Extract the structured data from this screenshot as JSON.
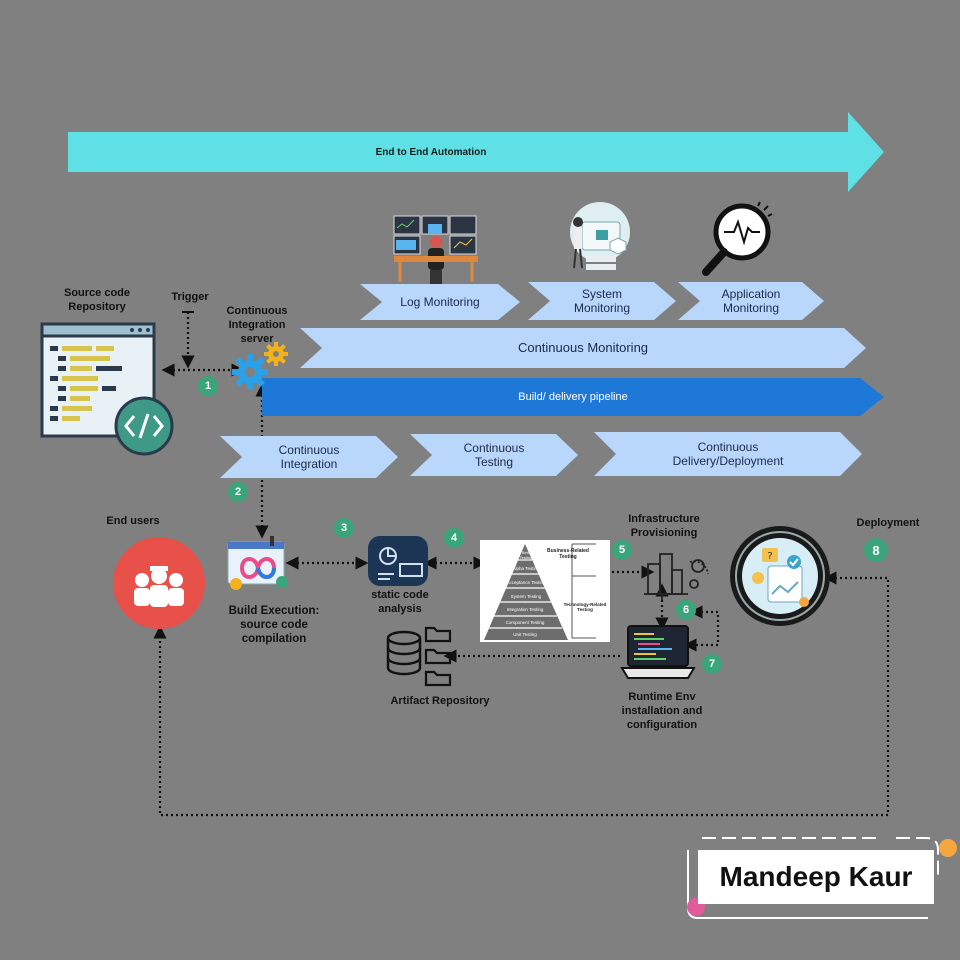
{
  "banner": {
    "label": "End to End Automation"
  },
  "monitoring": {
    "log": "Log Monitoring",
    "system": [
      "System",
      "Monitoring"
    ],
    "application": [
      "Application",
      "Monitoring"
    ]
  },
  "pipelines": {
    "continuous_monitoring": "Continuous Monitoring",
    "build_delivery": "Build/ delivery pipeline"
  },
  "stages": {
    "integration": [
      "Continuous",
      "Integration"
    ],
    "testing": [
      "Continuous",
      "Testing"
    ],
    "delivery": [
      "Continuous",
      "Delivery/Deployment"
    ]
  },
  "labels": {
    "source_repo": [
      "Source code",
      "Repository"
    ],
    "trigger": "Trigger",
    "ci_server": [
      "Continuous",
      "Integration",
      "server"
    ],
    "end_users": "End users",
    "build_exec": [
      "Build Execution:",
      "source code",
      "compilation"
    ],
    "static_analysis": [
      "static code",
      "analysis"
    ],
    "artifact_repo": "Artifact Repository",
    "infra": [
      "Infrastructure",
      "Provisioning"
    ],
    "deployment": "Deployment",
    "runtime": [
      "Runtime Env",
      "installation and",
      "configuration"
    ]
  },
  "steps": [
    "1",
    "2",
    "3",
    "4",
    "5",
    "6",
    "7",
    "8"
  ],
  "pyramid": {
    "top_left": "Beta Testing",
    "levels": [
      "Alpha Testing",
      "Acceptance Testing",
      "System Testing",
      "Integration Testing",
      "Component Testing",
      "Unit Testing"
    ],
    "side_top": [
      "Business-Related",
      "Testing"
    ],
    "side_bottom": [
      "Technology-Related",
      "Testing"
    ]
  },
  "signature": {
    "name": "Mandeep Kaur"
  },
  "colors": {
    "background": "#808080",
    "banner": "#5ee0e4",
    "chevron": "#b9d6fb",
    "pipeline": "#1e78d8",
    "step": "#3aa57a",
    "users": "#e8504a"
  },
  "icons": [
    "code-window-icon",
    "gear-icon",
    "users-icon",
    "devops-build-icon",
    "analysis-icon",
    "database-icon",
    "folder-icon",
    "infra-icon",
    "laptop-icon",
    "deployment-icon",
    "monitor-wall-icon",
    "system-monitor-icon",
    "magnifier-icon"
  ]
}
